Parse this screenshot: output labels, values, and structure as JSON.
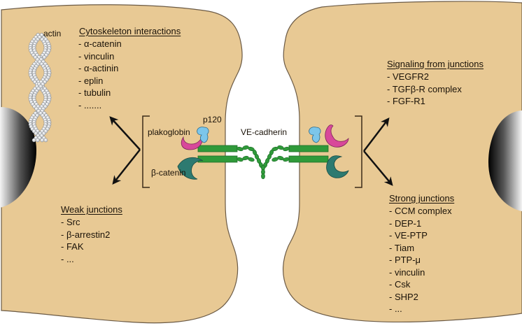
{
  "colors": {
    "cell_fill": "#e8c994",
    "cell_border": "#6b5a45",
    "cadherin_green": "#2f9a3a",
    "cadherin_dark": "#1d6b26",
    "plakoglobin": "#d8489a",
    "p120": "#7cc6ea",
    "beta_catenin": "#2d7a70",
    "arrow": "#111111",
    "bracket": "#3b2a18",
    "actin_bead": "#e6e8ea"
  },
  "labels": {
    "actin": "actin",
    "p120": "p120",
    "plakoglobin": "plakoglobin",
    "beta_catenin": "β-catenin",
    "ve_cadherin": "VE-cadherin"
  },
  "groups": {
    "cytoskeleton": {
      "title": "Cytoskeleton interactions",
      "items": [
        "- α-catenin",
        "- vinculin",
        "- α-actinin",
        "- eplin",
        "- tubulin",
        "- ......."
      ]
    },
    "weak": {
      "title": "Weak junctions",
      "items": [
        "- Src",
        "- β-arrestin2",
        "- FAK",
        "- ..."
      ]
    },
    "signaling": {
      "title": "Signaling from junctions",
      "items": [
        "- VEGFR2",
        "- TGFβ-R complex",
        "- FGF-R1"
      ]
    },
    "strong": {
      "title": "Strong junctions",
      "items": [
        "- CCM complex",
        "- DEP-1",
        "- VE-PTP",
        "- Tiam",
        "- PTP-μ",
        "- vinculin",
        "- Csk",
        "- SHP2",
        "- ..."
      ]
    }
  }
}
